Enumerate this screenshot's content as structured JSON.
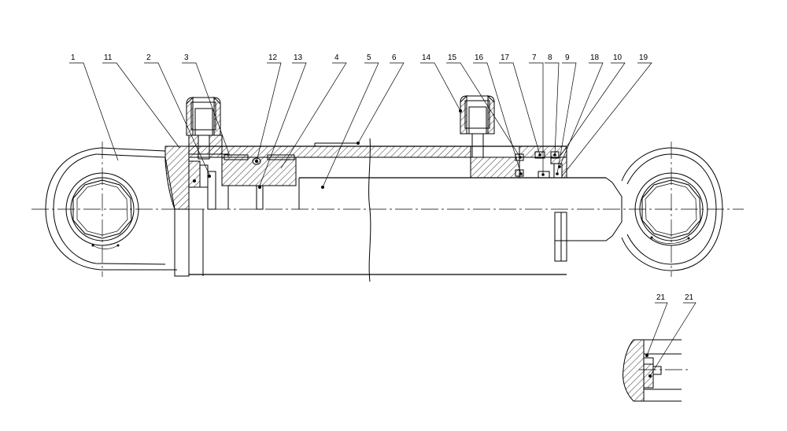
{
  "callouts": [
    {
      "label": "1"
    },
    {
      "label": "11"
    },
    {
      "label": "2"
    },
    {
      "label": "3"
    },
    {
      "label": "12"
    },
    {
      "label": "13"
    },
    {
      "label": "4"
    },
    {
      "label": "5"
    },
    {
      "label": "6"
    },
    {
      "label": "14"
    },
    {
      "label": "15"
    },
    {
      "label": "16"
    },
    {
      "label": "17"
    },
    {
      "label": "7"
    },
    {
      "label": "8"
    },
    {
      "label": "9"
    },
    {
      "label": "18"
    },
    {
      "label": "10"
    },
    {
      "label": "19"
    }
  ],
  "detail_callouts": [
    {
      "label": "21"
    },
    {
      "label": "21"
    }
  ]
}
